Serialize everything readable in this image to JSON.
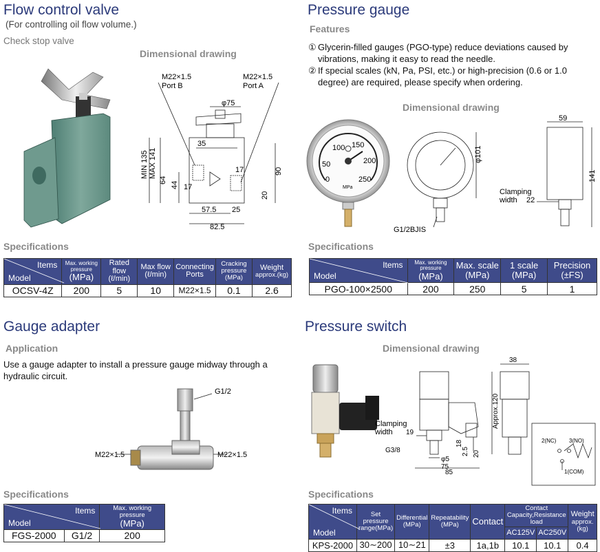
{
  "flow_valve": {
    "title": "Flow control valve",
    "subtitle": "(For controlling oil flow volume.)",
    "product": "Check stop valve",
    "drawing_title": "Dimensional drawing",
    "dims": {
      "port_b": "M22×1.5",
      "port_b_label": "Port B",
      "port_a": "M22×1.5",
      "port_a_label": "Port A",
      "d75": "φ75",
      "min": "MIN 135",
      "max": "MAX 141",
      "d35": "35",
      "d64": "64",
      "d44": "44",
      "d17a": "17",
      "d17b": "17",
      "d90": "90",
      "d20": "20",
      "d575": "57.5",
      "d25": "25",
      "d825": "82.5"
    },
    "spec_title": "Specifications",
    "table": {
      "items": "Items",
      "model": "Model",
      "headers": [
        "Max. working pressure",
        "Rated flow",
        "Max flow",
        "Connecting",
        "Cracking pressure",
        "Weight"
      ],
      "subheaders": [
        "(MPa)",
        "(ℓ/min)",
        "(ℓ/min)",
        "Ports",
        "(MPa)",
        "approx.(kg)"
      ],
      "row": [
        "OCSV-4Z",
        "200",
        "5",
        "10",
        "M22×1.5",
        "0.1",
        "2.6"
      ]
    }
  },
  "pressure_gauge": {
    "title": "Pressure gauge",
    "features_title": "Features",
    "feature1_num": "①",
    "feature1": "Glycerin-filled gauges (PGO-type) reduce deviations caused by vibrations, making it easy to read the needle.",
    "feature2_num": "②",
    "feature2": "If special scales (kN, Pa, PSI, etc.) or high-precision (0.6 or 1.0 degree) are required, please specify when ordering.",
    "drawing_title": "Dimensional drawing",
    "dial": {
      "n100": "100",
      "n150": "150",
      "n200": "200",
      "n50": "50",
      "n250": "250",
      "n0": "0",
      "unit": "MPa"
    },
    "dims": {
      "d101": "φ101",
      "thread": "G1/2BJIS",
      "d59": "59",
      "d141": "141",
      "clamp": "Clamping",
      "clamp2": "width",
      "d22": "22"
    },
    "spec_title": "Specifications",
    "table": {
      "items": "Items",
      "model": "Model",
      "headers": [
        "Max. working pressure",
        "Max. scale",
        "1 scale",
        "Precision"
      ],
      "subheaders": [
        "(MPa)",
        "(MPa)",
        "(MPa)",
        "(±FS)"
      ],
      "row": [
        "PGO-100×2500",
        "200",
        "250",
        "5",
        "1"
      ]
    }
  },
  "gauge_adapter": {
    "title": "Gauge adapter",
    "application_title": "Application",
    "application": "Use a gauge adapter to install a pressure gauge midway through a hydraulic circuit.",
    "label_g12": "G1/2",
    "label_left": "M22×1.5",
    "label_right": "M22×1.5",
    "spec_title": "Specifications",
    "table": {
      "items": "Items",
      "model": "Model",
      "headers": [
        "Max. working pressure"
      ],
      "subheaders": [
        "(MPa)"
      ],
      "row": [
        "FGS-2000",
        "G1/2",
        "200"
      ]
    }
  },
  "pressure_switch": {
    "title": "Pressure switch",
    "drawing_title": "Dimensional drawing",
    "dims": {
      "d38": "38",
      "approx": "Approx.120",
      "clamp": "Clamping",
      "clamp2": "width",
      "d19": "19",
      "g38": "G3/8",
      "d18": "18",
      "d25": "2.5",
      "d20": "20",
      "phi5": "φ5",
      "d75": "75",
      "d85": "85",
      "nc": "2(NC)",
      "no": "3(NO)",
      "com": "1(COM)"
    },
    "spec_title": "Specifications",
    "table": {
      "items": "Items",
      "model": "Model",
      "headers": [
        "Set pressure range(MPa)",
        "Differential (MPa)",
        "Repeatability (MPa)",
        "Contact",
        "Contact Capacity,Resistance load",
        "Weight"
      ],
      "subheaders": [
        "AC125V",
        "AC250V",
        "approx.(kg)"
      ],
      "row": [
        "KPS-2000",
        "30∼200",
        "10∼21",
        "±3",
        "1a,1b",
        "10.1",
        "10.1",
        "0.4"
      ]
    }
  }
}
